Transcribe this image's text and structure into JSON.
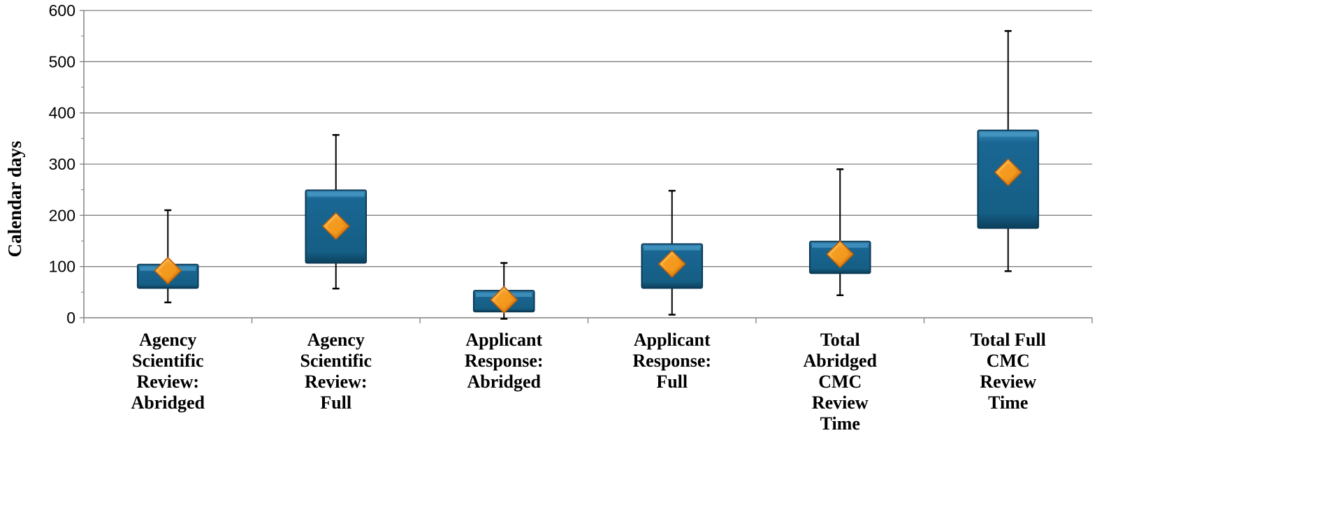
{
  "chart_data": {
    "type": "box",
    "title": "",
    "ylabel": "Calendar days",
    "xlabel": "",
    "ylim": [
      0,
      600
    ],
    "yticks": [
      0,
      100,
      200,
      300,
      400,
      500,
      600
    ],
    "grid": true,
    "colors": {
      "box_fill": "#155e84",
      "box_edge": "#0b3a55",
      "box_highlight": "#4a9cc7",
      "marker": "#f39a1e",
      "marker_edge": "#b85b08",
      "whisker": "#000000",
      "grid": "#808080"
    },
    "categories": [
      {
        "lines": [
          "Agency",
          "Scientific",
          "Review:",
          "Abridged"
        ],
        "min": 30,
        "q1": 58,
        "q3": 104,
        "max": 210,
        "mean": 92
      },
      {
        "lines": [
          "Agency",
          "Scientific",
          "Review:",
          "Full"
        ],
        "min": 57,
        "q1": 107,
        "q3": 249,
        "max": 357,
        "mean": 179
      },
      {
        "lines": [
          "Applicant",
          "Response:",
          "Abridged"
        ],
        "min": -2,
        "q1": 12,
        "q3": 53,
        "max": 107,
        "mean": 35
      },
      {
        "lines": [
          "Applicant",
          "Response:",
          "Full"
        ],
        "min": 6,
        "q1": 58,
        "q3": 144,
        "max": 248,
        "mean": 105
      },
      {
        "lines": [
          "Total",
          "Abridged",
          "CMC",
          "Review",
          "Time"
        ],
        "min": 44,
        "q1": 87,
        "q3": 149,
        "max": 290,
        "mean": 124
      },
      {
        "lines": [
          "Total Full",
          "CMC",
          "Review",
          "Time"
        ],
        "min": 91,
        "q1": 175,
        "q3": 366,
        "max": 560,
        "mean": 284
      }
    ]
  }
}
